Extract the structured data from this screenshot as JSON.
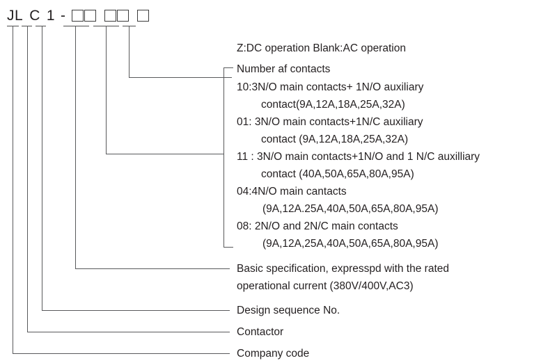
{
  "diagram": {
    "title": "Contactor model designation breakdown",
    "line_color": "#58595b",
    "text_color": "#231f20",
    "code": {
      "segments": [
        {
          "type": "text",
          "value": "JL",
          "name": "company-code-segment"
        },
        {
          "type": "text",
          "value": "C",
          "name": "contactor-segment"
        },
        {
          "type": "text",
          "value": "1",
          "name": "design-sequence-segment"
        },
        {
          "type": "text",
          "value": "-",
          "name": "code-dash"
        },
        {
          "type": "boxes",
          "count": 2,
          "name": "basic-specification-boxes"
        },
        {
          "type": "boxes",
          "count": 2,
          "name": "contact-number-boxes"
        },
        {
          "type": "boxes",
          "count": 1,
          "name": "operation-type-box"
        }
      ]
    },
    "callouts": {
      "operation": "Z:DC operation Blank:AC operation",
      "contacts_heading": "Number af contacts",
      "contact_options": [
        {
          "line1": "10:3N/O main contacts+ 1N/O auxiliary",
          "line2": "contact(9A,12A,18A,25A,32A)"
        },
        {
          "line1": "01: 3N/O main contacts+1N/C auxiliary",
          "line2": "contact (9A,12A,18A,25A,32A)"
        },
        {
          "line1": "11 : 3N/O main contacts+1N/O and 1 N/C auxilliary",
          "line2": "contact (40A,50A,65A,80A,95A)"
        },
        {
          "line1": "04:4N/O main cantacts",
          "line2": "(9A,12A.25A,40A,50A,65A,80A,95A)"
        },
        {
          "line1": "08: 2N/O and 2N/C main contacts",
          "line2": "(9A,12A,25A,40A,50A,65A,80A,95A)"
        }
      ],
      "basic_spec_line1": "Basic specification, expresspd with the rated",
      "basic_spec_line2": "operational current (380V/400V,AC3)",
      "design_sequence": "Design sequence No.",
      "contactor": "Contactor",
      "company_code": "Company code"
    }
  }
}
